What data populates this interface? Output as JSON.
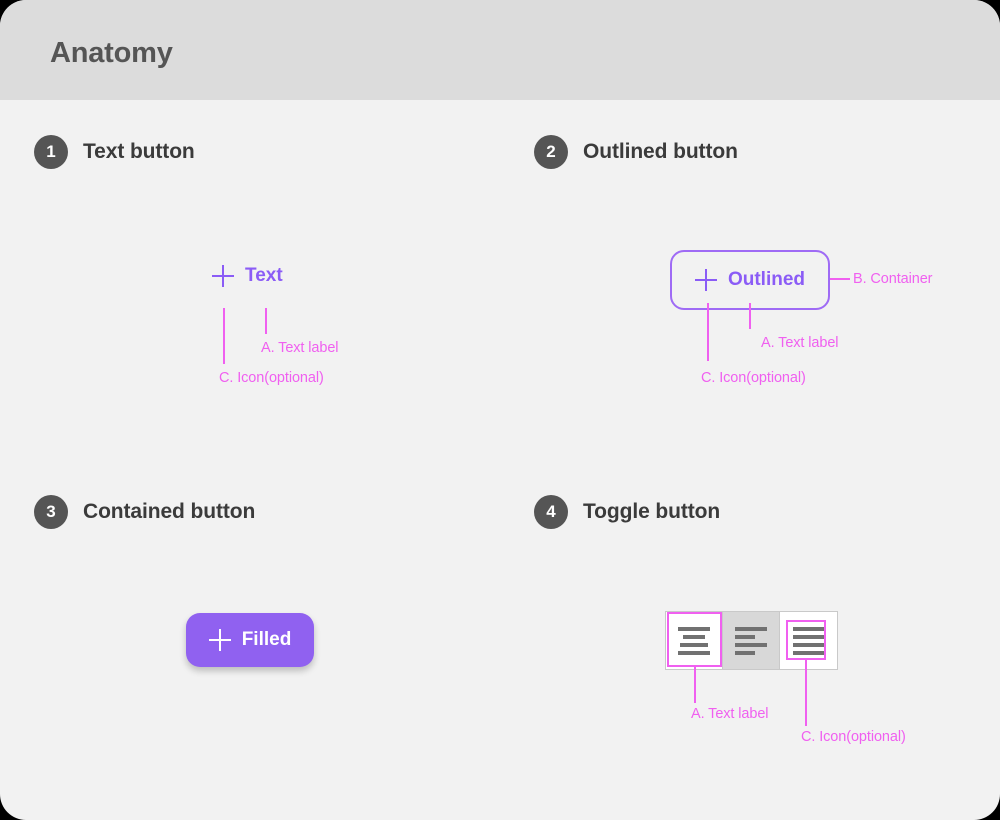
{
  "header": {
    "title": "Anatomy"
  },
  "colors": {
    "page_background": "#f2f2f2",
    "header_background": "#dcdcdc",
    "badge_background": "#555555",
    "annotation": "#f060f0",
    "purple_text": "#8b5cf6",
    "purple_outline": "#9f6bf5",
    "purple_filled": "#9061f0",
    "toggle_selected": "#d8d8d8",
    "toggle_border": "#c9c9c9",
    "icon_gray": "#717171"
  },
  "sections": [
    {
      "number": "1",
      "title": "Text button",
      "button": {
        "label": "Text",
        "icon": "plus-icon"
      },
      "annotations": [
        {
          "key": "A",
          "label": "A. Text label"
        },
        {
          "key": "C",
          "label": "C. Icon(optional)"
        }
      ]
    },
    {
      "number": "2",
      "title": "Outlined button",
      "button": {
        "label": "Outlined",
        "icon": "plus-icon"
      },
      "annotations": [
        {
          "key": "A",
          "label": "A. Text label"
        },
        {
          "key": "B",
          "label": "B. Container"
        },
        {
          "key": "C",
          "label": "C. Icon(optional)"
        }
      ]
    },
    {
      "number": "3",
      "title": "Contained button",
      "button": {
        "label": "Filled",
        "icon": "plus-icon"
      },
      "annotations": []
    },
    {
      "number": "4",
      "title": "Toggle button",
      "toggles": [
        {
          "icon": "align-center-icon",
          "selected": false
        },
        {
          "icon": "align-left-icon",
          "selected": true
        },
        {
          "icon": "align-justify-icon",
          "selected": false
        }
      ],
      "annotations": [
        {
          "key": "A",
          "label": "A. Text label"
        },
        {
          "key": "C",
          "label": "C. Icon(optional)"
        }
      ]
    }
  ]
}
